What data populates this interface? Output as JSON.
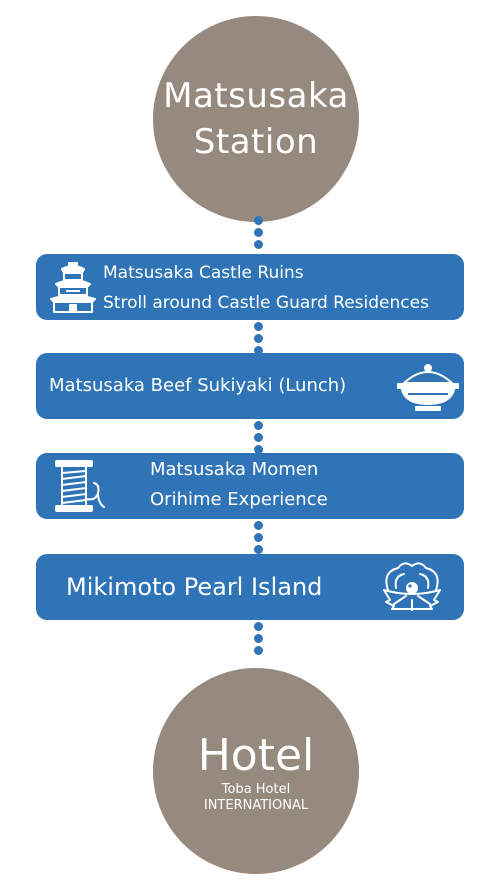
{
  "start": {
    "line1": "Matsusaka",
    "line2": "Station"
  },
  "steps": [
    {
      "line1": "Matsusaka Castle Ruins",
      "line2": "Stroll around Castle Guard Residences",
      "icon": "castle-icon"
    },
    {
      "line1": "Matsusaka Beef Sukiyaki (Lunch)",
      "icon": "pot-icon"
    },
    {
      "line1": "Matsusaka Momen",
      "line2": "Orihime Experience",
      "icon": "thread-spool-icon"
    },
    {
      "line1": "Mikimoto Pearl Island",
      "icon": "pearl-shell-icon"
    }
  ],
  "end": {
    "title": "Hotel",
    "subtitle1": "Toba Hotel",
    "subtitle2": "INTERNATIONAL"
  },
  "colors": {
    "circle": "#968a7f",
    "step": "#2f74b7",
    "connector": "#2f74b7",
    "text": "#ffffff"
  }
}
